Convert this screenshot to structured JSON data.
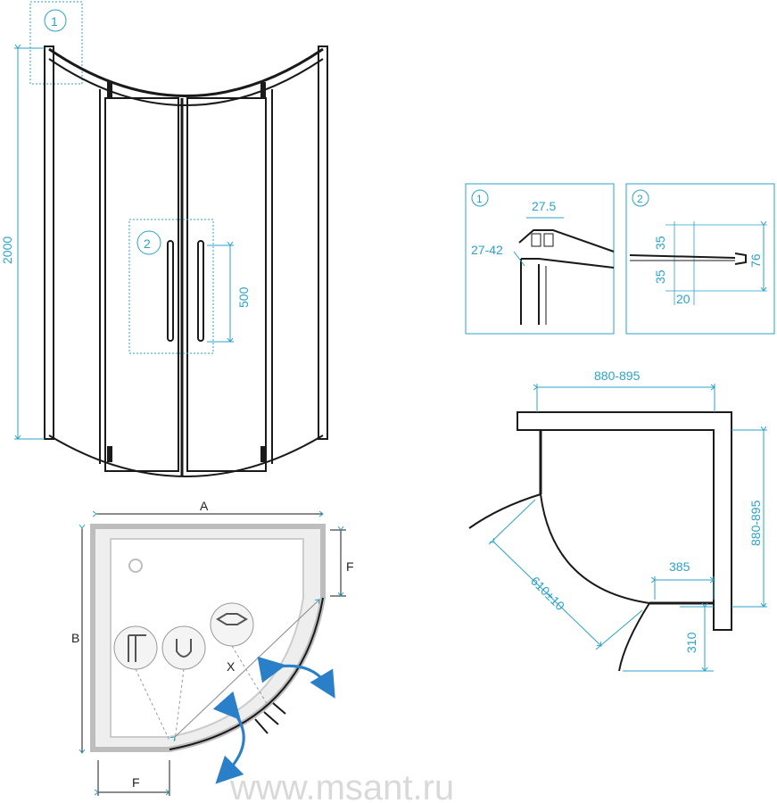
{
  "front_view": {
    "callout_1": "1",
    "callout_2": "2",
    "height_label": "2000",
    "handle_label": "500"
  },
  "detail_1": {
    "number": "1",
    "width_label": "27.5",
    "range_label": "27-42"
  },
  "detail_2": {
    "number": "2",
    "top_label": "35",
    "bottom_label": "35",
    "total_label": "76",
    "width_label": "20"
  },
  "plan_view": {
    "width_label": "880-895",
    "depth_label": "880-895",
    "opening_label": "610±10",
    "door_width_label": "385",
    "door_depth_label": "310"
  },
  "tray_view": {
    "a_label": "A",
    "b_label": "B",
    "f_side_label": "F",
    "f_bottom_label": "F",
    "x_label": "X"
  },
  "watermark": "www.msant.ru",
  "colors": {
    "dimension": "#2aa3c9",
    "frame": "#1a1a1a",
    "tray": "#bdbdbd"
  }
}
